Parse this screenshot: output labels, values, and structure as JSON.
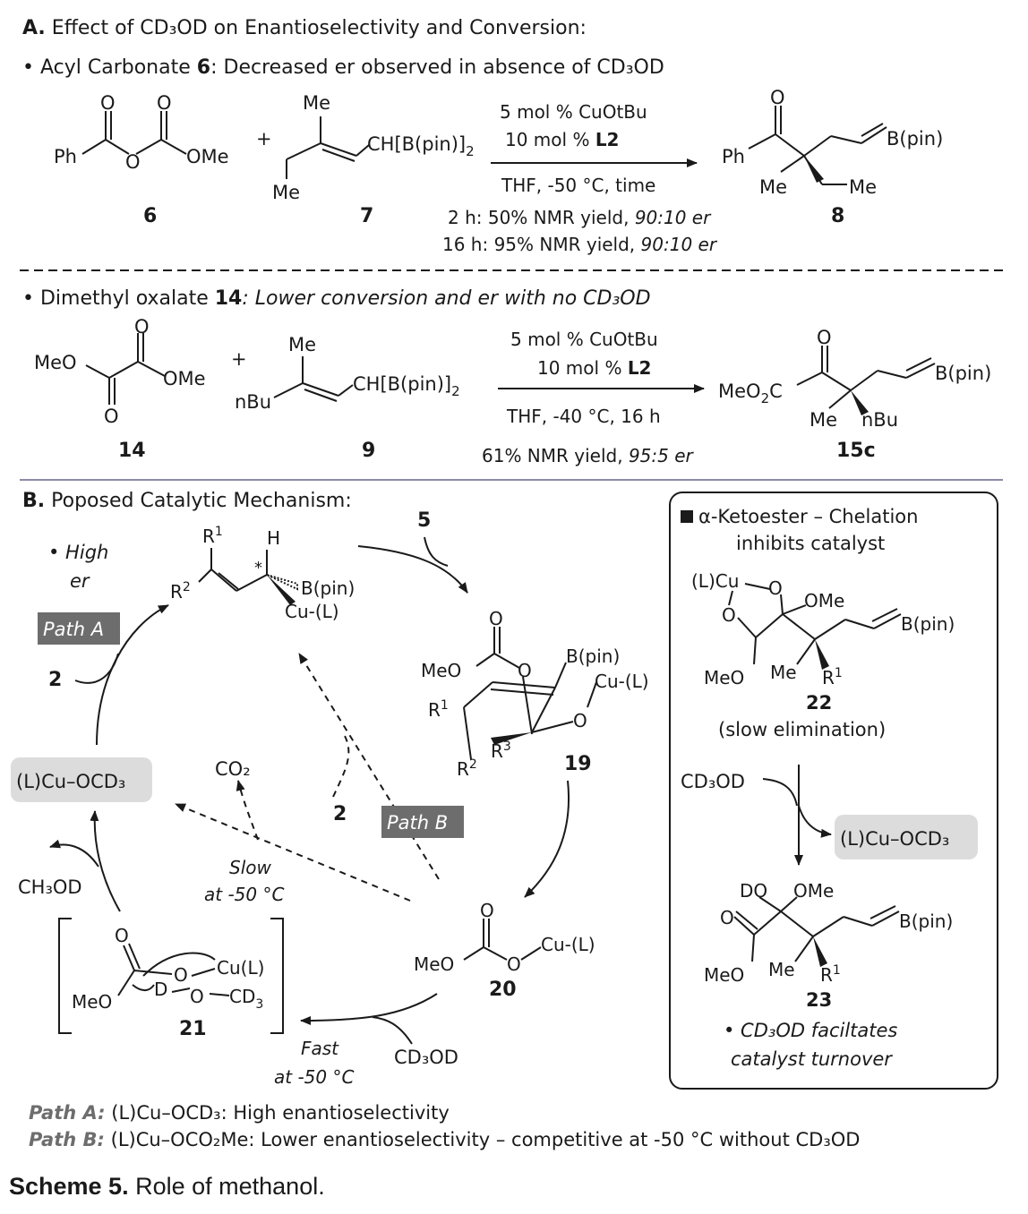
{
  "section_a": {
    "title_letter": "A.",
    "title_text": "Effect of CD₃OD on Enantioselectivity and Conversion:",
    "reaction1": {
      "bullet_label": "Acyl Carbonate",
      "bullet_number": "6",
      "bullet_note": ": Decreased er observed in absence of CD₃OD",
      "conditions": [
        "5 mol % CuOtBu",
        "10 mol %",
        "L2",
        "THF, -50 °C, time"
      ],
      "results": [
        {
          "time": "2 h: 50% NMR yield, ",
          "er": "90:10 er"
        },
        {
          "time": "16 h: 95% NMR yield, ",
          "er": "90:10 er"
        }
      ],
      "labels": [
        "6",
        "7",
        "8"
      ]
    },
    "reaction2": {
      "bullet_label": "Dimethyl oxalate",
      "bullet_number": "14",
      "bullet_note": ": Lower conversion and er with no CD₃OD",
      "conditions": [
        "5 mol % CuOtBu",
        "10 mol %",
        "L2",
        "THF, -40 °C, 16 h"
      ],
      "result": {
        "time": "61% NMR yield, ",
        "er": "95:5 er"
      },
      "labels": [
        "14",
        "9",
        "15c"
      ]
    }
  },
  "section_b": {
    "title_letter": "B.",
    "title_text": "Poposed Catalytic Mechanism:",
    "high_er": [
      "• High",
      "er"
    ],
    "path_a_tag": "Path A",
    "path_b_tag": "Path B",
    "cu_ocd3": "(L)Cu–OCD₃",
    "co2": "CO₂",
    "ch3od": "CH₃OD",
    "cd3od": "CD₃OD",
    "slow": [
      "Slow",
      "at -50 °C"
    ],
    "fast": [
      "Fast",
      "at -50 °C"
    ],
    "numbers": {
      "n2": "2",
      "n5": "5",
      "n19": "19",
      "n20": "20",
      "n21": "21",
      "n2b": "2"
    }
  },
  "sidebox": {
    "title_line1": "α-Ketoester – Chelation",
    "title_line2": "inhibits catalyst",
    "label22": "22",
    "note22": "(slow elimination)",
    "cd3od": "CD₃OD",
    "cu_ocd3": "(L)Cu–OCD₃",
    "label23": "23",
    "note23": [
      "• CD₃OD faciltates",
      "catalyst turnover"
    ]
  },
  "footnotes": {
    "path_a_label": "Path A:",
    "path_a_text": "(L)Cu–OCD₃: High enantioselectivity",
    "path_b_label": "Path B:",
    "path_b_text": "(L)Cu–OCO₂Me: Lower enantioselectivity – competitive at -50 °C without CD₃OD"
  },
  "caption": {
    "bold": "Scheme 5.",
    "text": "Role of methanol."
  },
  "colors": {
    "ink": "#1a1a1a",
    "tag_bg": "#6d6d6d",
    "pill_bg": "#dcdcdc",
    "footnote_label": "#6d6d6d",
    "rule": "#8a8aa6"
  }
}
